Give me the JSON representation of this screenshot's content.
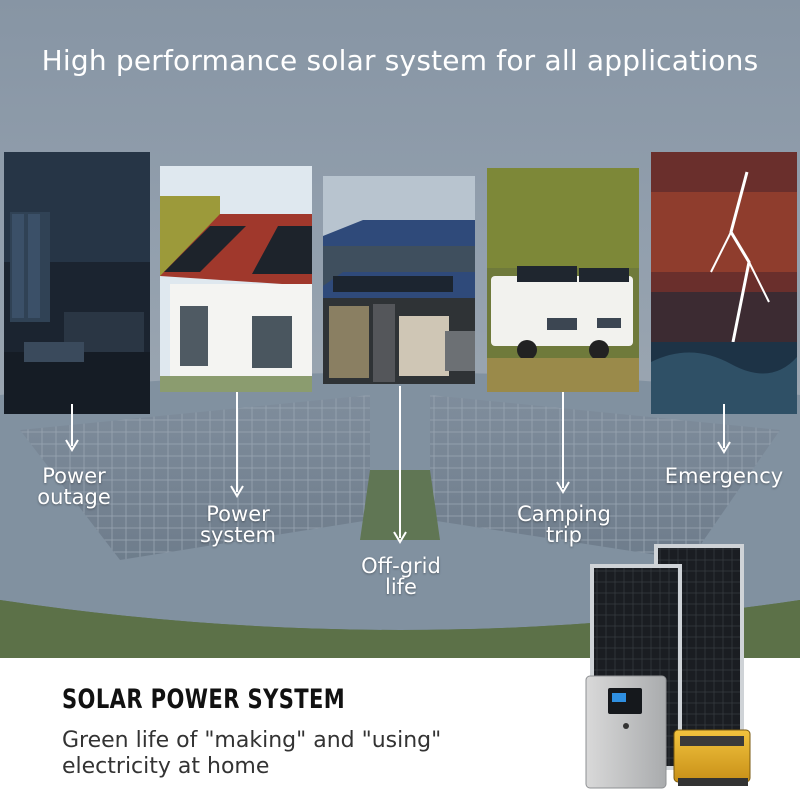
{
  "headline": "High performance solar system for all applications",
  "applications": [
    {
      "id": "power-outage",
      "label_line1": "Power",
      "label_line2": "outage"
    },
    {
      "id": "power-system",
      "label_line1": "Power",
      "label_line2": "system"
    },
    {
      "id": "off-grid-life",
      "label_line1": "Off-grid",
      "label_line2": "life"
    },
    {
      "id": "camping-trip",
      "label_line1": "Camping",
      "label_line2": "trip"
    },
    {
      "id": "emergency",
      "label_line1": "Emergency",
      "label_line2": ""
    }
  ],
  "product": {
    "title": "SOLAR POWER SYSTEM",
    "subtitle": "Green life of \"making\" and \"using\" electricity at home"
  },
  "colors": {
    "label_text": "#ffffff",
    "title_text": "#111111",
    "subtitle_text": "#333333"
  }
}
